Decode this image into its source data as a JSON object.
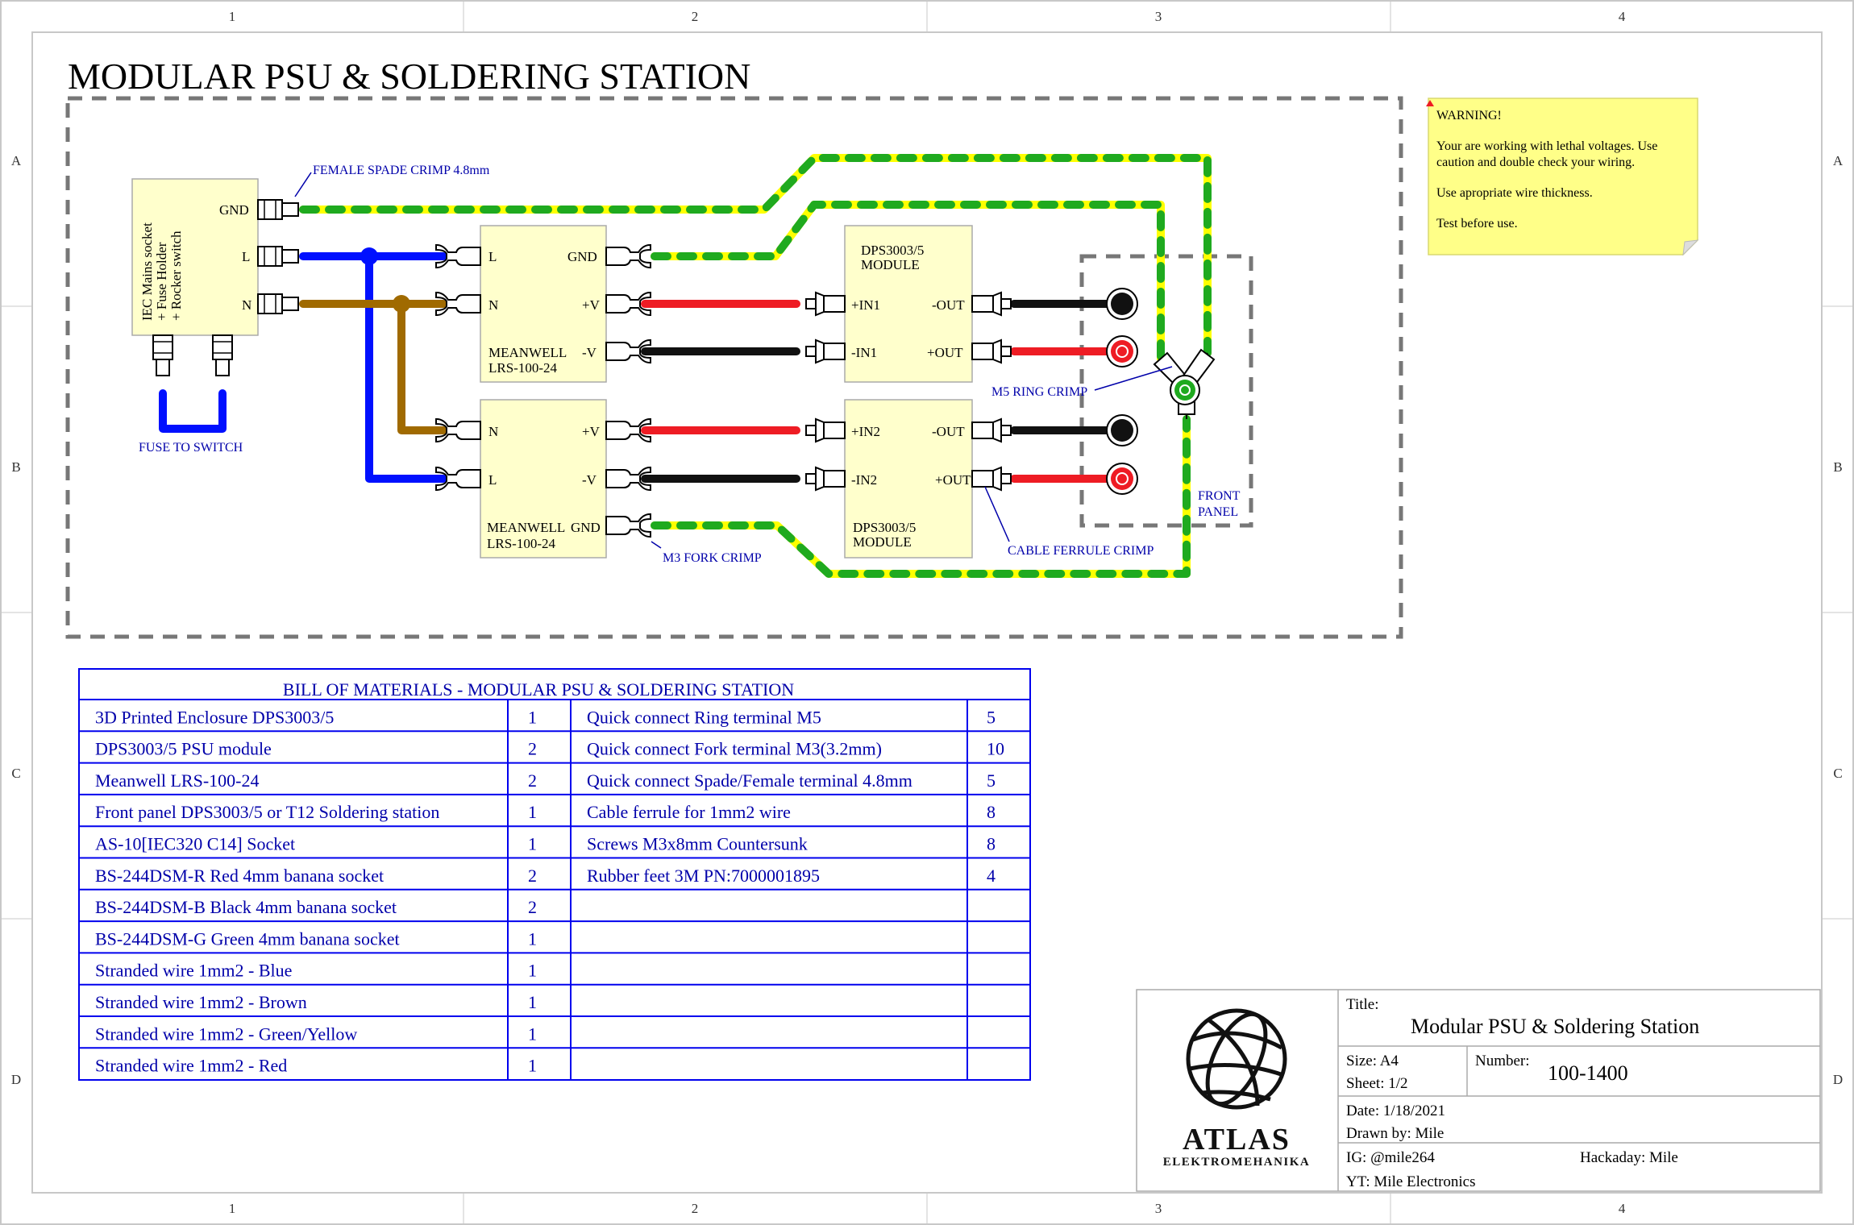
{
  "title": "MODULAR PSU & SOLDERING STATION",
  "frame": {
    "col_labels": [
      "1",
      "2",
      "3",
      "4"
    ],
    "row_labels": [
      "A",
      "B",
      "C",
      "D"
    ]
  },
  "colors": {
    "line_blue": "#0000ee",
    "wire_blue": "#0010ff",
    "wire_brown": "#a06a00",
    "wire_red": "#ee1c24",
    "wire_black": "#111111",
    "wire_yellow": "#ffff00",
    "wire_green": "#1faa1f",
    "module_fill": "#ffffcc",
    "note_fill": "#ffff88",
    "dashed_gray": "#777777"
  },
  "diagram": {
    "iec_label": [
      "IEC Mains socket",
      "+ Fuse Holder",
      "+ Rocker switch"
    ],
    "iec_pins": [
      "GND",
      "L",
      "N"
    ],
    "psu1": {
      "name": "MEANWELL",
      "model": "LRS-100-24",
      "left_pins": [
        "L",
        "N"
      ],
      "right_pins": [
        "GND",
        "+V",
        "-V"
      ]
    },
    "psu2": {
      "name": "MEANWELL",
      "model": "LRS-100-24",
      "left_pins": [
        "N",
        "L"
      ],
      "right_pins": [
        "+V",
        "-V",
        "GND"
      ]
    },
    "dps1": {
      "name": "DPS3003/5",
      "sub": "MODULE",
      "left_pins": [
        "+IN1",
        "-IN1"
      ],
      "right_pins": [
        "-OUT",
        "+OUT"
      ]
    },
    "dps2": {
      "name": "DPS3003/5",
      "sub": "MODULE",
      "left_pins": [
        "+IN2",
        "-IN2"
      ],
      "right_pins": [
        "-OUT",
        "+OUT"
      ]
    },
    "callouts": {
      "spade": "FEMALE SPADE CRIMP 4.8mm",
      "fuse": "FUSE TO SWITCH",
      "ring": "M5 RING CRIMP",
      "fork": "M3 FORK CRIMP",
      "ferrule": "CABLE FERRULE CRIMP",
      "front1": "FRONT",
      "front2": "PANEL"
    }
  },
  "warning": {
    "title": "WARNING!",
    "line1": "Your are working with lethal voltages. Use",
    "line2": "caution and double check your wiring.",
    "line3": "Use apropriate wire thickness.",
    "line4": "Test before use."
  },
  "bom": {
    "title": "BILL OF MATERIALS - MODULAR PSU & SOLDERING STATION",
    "rows": [
      [
        "3D Printed Enclosure DPS3003/5",
        "1",
        "Quick connect Ring terminal M5",
        "5"
      ],
      [
        "DPS3003/5 PSU module",
        "2",
        "Quick connect Fork terminal M3(3.2mm)",
        "10"
      ],
      [
        "Meanwell LRS-100-24",
        "2",
        "Quick connect Spade/Female terminal 4.8mm",
        "5"
      ],
      [
        "Front panel DPS3003/5 or T12 Soldering station",
        "1",
        "Cable ferrule for 1mm2 wire",
        "8"
      ],
      [
        "AS-10[IEC320 C14] Socket",
        "1",
        "Screws M3x8mm Countersunk",
        "8"
      ],
      [
        "BS-244DSM-R Red 4mm banana socket",
        "2",
        "Rubber feet 3M PN:7000001895",
        "4"
      ],
      [
        "BS-244DSM-B Black 4mm banana socket",
        "2",
        "",
        ""
      ],
      [
        "BS-244DSM-G Green 4mm banana socket",
        "1",
        "",
        ""
      ],
      [
        "Stranded wire 1mm2 - Blue",
        "1",
        "",
        ""
      ],
      [
        "Stranded wire 1mm2 - Brown",
        "1",
        "",
        ""
      ],
      [
        "Stranded wire 1mm2 - Green/Yellow",
        "1",
        "",
        ""
      ],
      [
        "Stranded wire 1mm2 - Red",
        "1",
        "",
        ""
      ]
    ]
  },
  "title_block": {
    "title_label": "Title:",
    "title": "Modular PSU & Soldering Station",
    "size": "Size:  A4",
    "sheet": "Sheet:  1/2",
    "number_label": "Number:",
    "number": "100-1400",
    "date": "Date:  1/18/2021",
    "drawn": "Drawn by:  Mile",
    "ig": "IG: @mile264",
    "hackaday": "Hackaday: Mile",
    "yt": "YT: Mile Electronics",
    "logo_name": "ATLAS",
    "logo_sub": "ELEKTROMEHANIKA"
  }
}
